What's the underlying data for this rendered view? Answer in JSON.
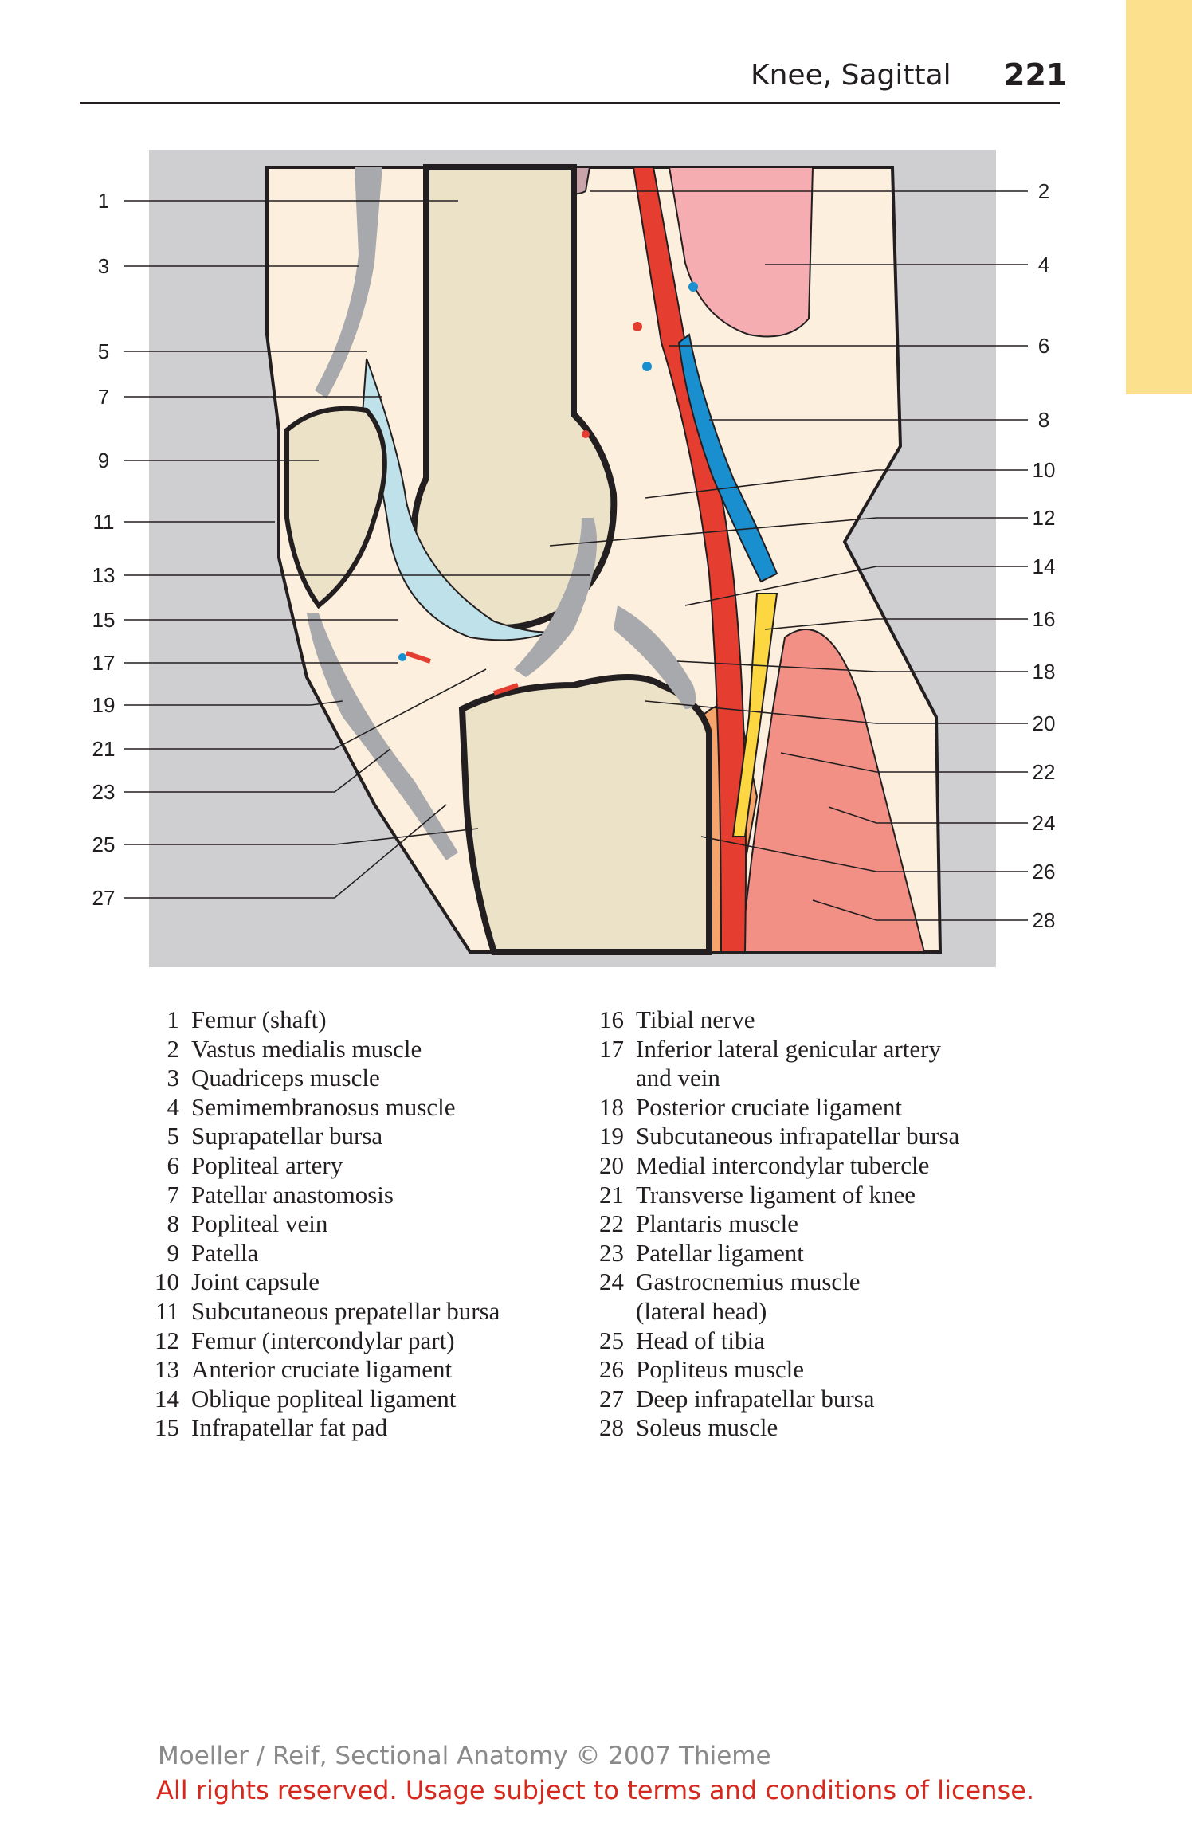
{
  "header": {
    "title": "Knee, Sagittal",
    "page_number": "221"
  },
  "figure": {
    "left_callouts": [
      "1",
      "3",
      "5",
      "7",
      "9",
      "11",
      "13",
      "15",
      "17",
      "19",
      "21",
      "23",
      "25",
      "27"
    ],
    "right_callouts": [
      "2",
      "4",
      "6",
      "8",
      "10",
      "12",
      "14",
      "16",
      "18",
      "20",
      "22",
      "24",
      "26",
      "28"
    ],
    "colors": {
      "bone": "#ebe2c8",
      "soft_tissue": "#fcefde",
      "artery": "#e53d2f",
      "vein": "#1a8fd0",
      "nerve": "#fcd741",
      "ligament": "#a7a9ac",
      "bursa": "#bfe1ea",
      "muscle_semimembranosus": "#f5adb1",
      "muscle_gastrocnemius": "#f29086",
      "muscle_popliteus": "#f6a46b",
      "background": "#cfcfd1"
    }
  },
  "legend": {
    "left": [
      {
        "num": "1",
        "lines": [
          "Femur (shaft)"
        ]
      },
      {
        "num": "2",
        "lines": [
          "Vastus medialis muscle"
        ]
      },
      {
        "num": "3",
        "lines": [
          "Quadriceps muscle"
        ]
      },
      {
        "num": "4",
        "lines": [
          "Semimembranosus muscle"
        ]
      },
      {
        "num": "5",
        "lines": [
          "Suprapatellar bursa"
        ]
      },
      {
        "num": "6",
        "lines": [
          "Popliteal artery"
        ]
      },
      {
        "num": "7",
        "lines": [
          "Patellar anastomosis"
        ]
      },
      {
        "num": "8",
        "lines": [
          "Popliteal vein"
        ]
      },
      {
        "num": "9",
        "lines": [
          "Patella"
        ]
      },
      {
        "num": "10",
        "lines": [
          "Joint capsule"
        ]
      },
      {
        "num": "11",
        "lines": [
          "Subcutaneous prepatellar bursa"
        ]
      },
      {
        "num": "12",
        "lines": [
          "Femur (intercondylar part)"
        ]
      },
      {
        "num": "13",
        "lines": [
          "Anterior cruciate ligament"
        ]
      },
      {
        "num": "14",
        "lines": [
          "Oblique popliteal ligament"
        ]
      },
      {
        "num": "15",
        "lines": [
          "Infrapatellar fat pad"
        ]
      }
    ],
    "right": [
      {
        "num": "16",
        "lines": [
          "Tibial nerve"
        ]
      },
      {
        "num": "17",
        "lines": [
          "Inferior lateral genicular artery",
          "and vein"
        ]
      },
      {
        "num": "18",
        "lines": [
          "Posterior cruciate ligament"
        ]
      },
      {
        "num": "19",
        "lines": [
          "Subcutaneous infrapatellar bursa"
        ]
      },
      {
        "num": "20",
        "lines": [
          "Medial intercondylar tubercle"
        ]
      },
      {
        "num": "21",
        "lines": [
          "Transverse ligament of knee"
        ]
      },
      {
        "num": "22",
        "lines": [
          "Plantaris muscle"
        ]
      },
      {
        "num": "23",
        "lines": [
          "Patellar ligament"
        ]
      },
      {
        "num": "24",
        "lines": [
          "Gastrocnemius muscle",
          "(lateral head)"
        ]
      },
      {
        "num": "25",
        "lines": [
          "Head of tibia"
        ]
      },
      {
        "num": "26",
        "lines": [
          "Popliteus muscle"
        ]
      },
      {
        "num": "27",
        "lines": [
          "Deep infrapatellar bursa"
        ]
      },
      {
        "num": "28",
        "lines": [
          "Soleus muscle"
        ]
      }
    ]
  },
  "footer": {
    "credit": "Moeller / Reif, Sectional Anatomy © 2007 Thieme",
    "license": "All rights reserved. Usage subject to terms and conditions of license."
  }
}
